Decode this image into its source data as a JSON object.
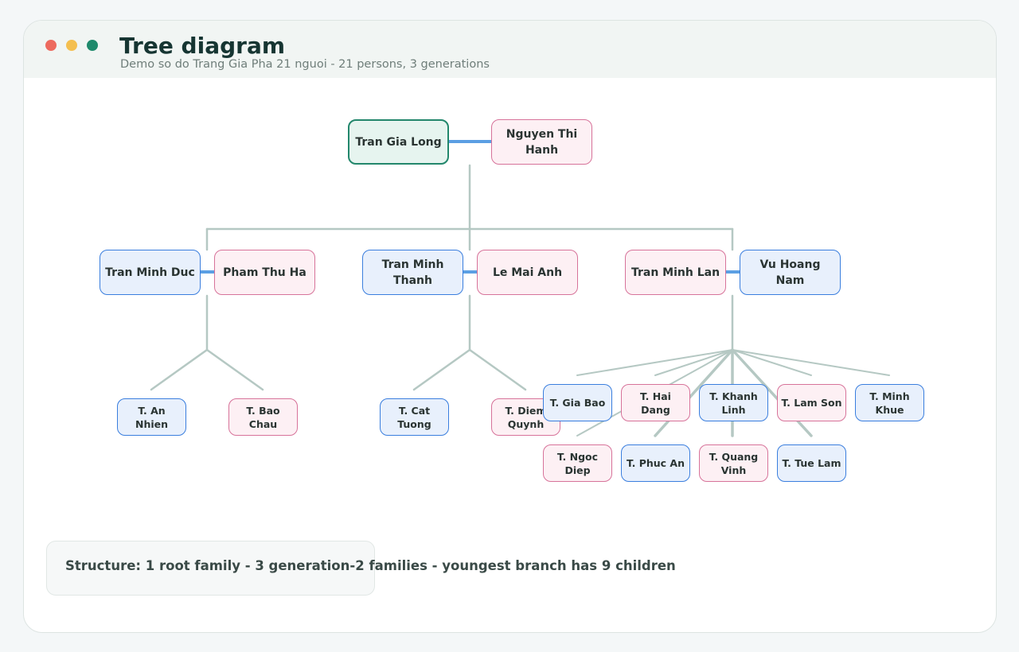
{
  "window": {
    "title": "Tree diagram",
    "subtitle": "Demo so do Trang Gia Pha 21 nguoi - 21 persons, 3 generations"
  },
  "colors": {
    "dot_red": "#ed6a5e",
    "dot_yellow": "#f4bf4f",
    "dot_green": "#1f8a6c",
    "male_fill": "#e8f0fc",
    "male_border": "#3a7ede",
    "female_fill": "#fdf0f4",
    "female_border": "#d7739a",
    "root_fill": "#e6f4ef",
    "root_border": "#23876c",
    "link": "#b5c8c3",
    "spouse_link": "#5b9fe3"
  },
  "generation1": {
    "root": {
      "name": "Tran Gia Long",
      "role": "root"
    },
    "spouse": {
      "name": "Nguyen Thi Hanh",
      "gender": "female"
    }
  },
  "generation2": [
    {
      "member": {
        "name": "Tran Minh Duc",
        "gender": "male"
      },
      "spouse": {
        "name": "Pham Thu Ha",
        "gender": "female"
      },
      "children": [
        {
          "name": "T. An Nhien",
          "gender": "male"
        },
        {
          "name": "T. Bao Chau",
          "gender": "female"
        }
      ]
    },
    {
      "member": {
        "name": "Tran Minh Thanh",
        "gender": "male"
      },
      "spouse": {
        "name": "Le Mai Anh",
        "gender": "female"
      },
      "children": [
        {
          "name": "T. Cat Tuong",
          "gender": "male"
        },
        {
          "name": "T. Diem Quynh",
          "gender": "female"
        }
      ]
    },
    {
      "member": {
        "name": "Tran Minh Lan",
        "gender": "female"
      },
      "spouse": {
        "name": "Vu Hoang Nam",
        "gender": "male"
      },
      "children": [
        {
          "name": "T. Gia Bao",
          "gender": "male"
        },
        {
          "name": "T. Hai Dang",
          "gender": "female"
        },
        {
          "name": "T. Khanh Linh",
          "gender": "male"
        },
        {
          "name": "T. Lam Son",
          "gender": "female"
        },
        {
          "name": "T. Minh Khue",
          "gender": "male"
        },
        {
          "name": "T. Ngoc Diep",
          "gender": "female"
        },
        {
          "name": "T. Phuc An",
          "gender": "male"
        },
        {
          "name": "T. Quang Vinh",
          "gender": "female"
        },
        {
          "name": "T. Tue Lam",
          "gender": "male"
        }
      ]
    }
  ],
  "summary": "Structure: 1 root family - 3 generation-2 families - youngest branch has 9 children"
}
